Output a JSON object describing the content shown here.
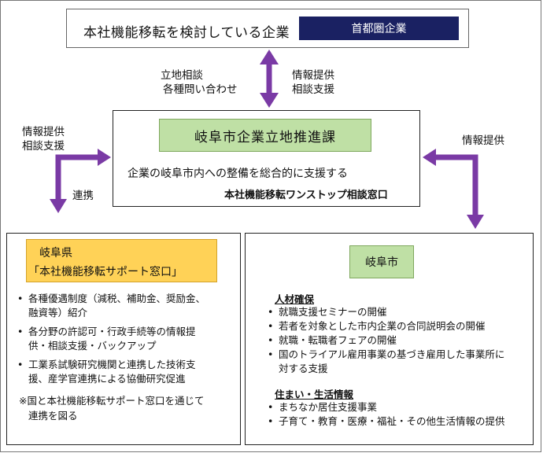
{
  "top": {
    "title": "本社機能移転を検討している企業",
    "tag": "首都圏企業"
  },
  "top_arrow": {
    "left_line1": "立地相談",
    "left_line2": "各種問い合わせ",
    "right_line1": "情報提供",
    "right_line2": "相談支援"
  },
  "center": {
    "tag": "岐阜市企業立地推進課",
    "description": "企業の岐阜市内への整備を総合的に支援する",
    "onestop": "本社機能移転ワンストップ相談窓口"
  },
  "left_arrow": {
    "label_line1": "情報提供",
    "label_line2": "相談支援",
    "bottom_label": "連携"
  },
  "right_arrow": {
    "label": "情報提供"
  },
  "left_panel": {
    "tag_line1": "岐阜県",
    "tag_line2": "「本社機能移転サポート窓口」",
    "bullet_symbol": "•",
    "items": [
      {
        "line1": "各種優遇制度（減税、補助金、奨励金、",
        "line2": "融資等）紹介"
      },
      {
        "line1": "各分野の許認可・行政手続等の情報提",
        "line2": "供・相談支援・バックアップ"
      },
      {
        "line1": "工業系試験研究機関と連携した技術支",
        "line2": "援、産学官連携による協働研究促進"
      }
    ],
    "note_line1": "※国と本社機能移転サポート窓口を通じて",
    "note_line2": "連携を図る"
  },
  "right_panel": {
    "tag": "岐阜市",
    "section1_heading": "人材確保",
    "section1_items": [
      "就職支援セミナーの開催",
      "若者を対象とした市内企業の合同説明会の開催",
      "就職・転職者フェアの開催",
      "国のトライアル雇用事業の基づき雇用した事業所に",
      "対する支援"
    ],
    "section2_heading": "住まい・生活情報",
    "section2_items": [
      "まちなか居住支援事業",
      "子育て・教育・医療・福祉・その他生活情報の提供"
    ]
  },
  "colors": {
    "arrow": "#7a3aa5",
    "navy_tag": "#1a2162",
    "green_tag": "#bfe0a5",
    "gold_tag": "#ffd257"
  }
}
